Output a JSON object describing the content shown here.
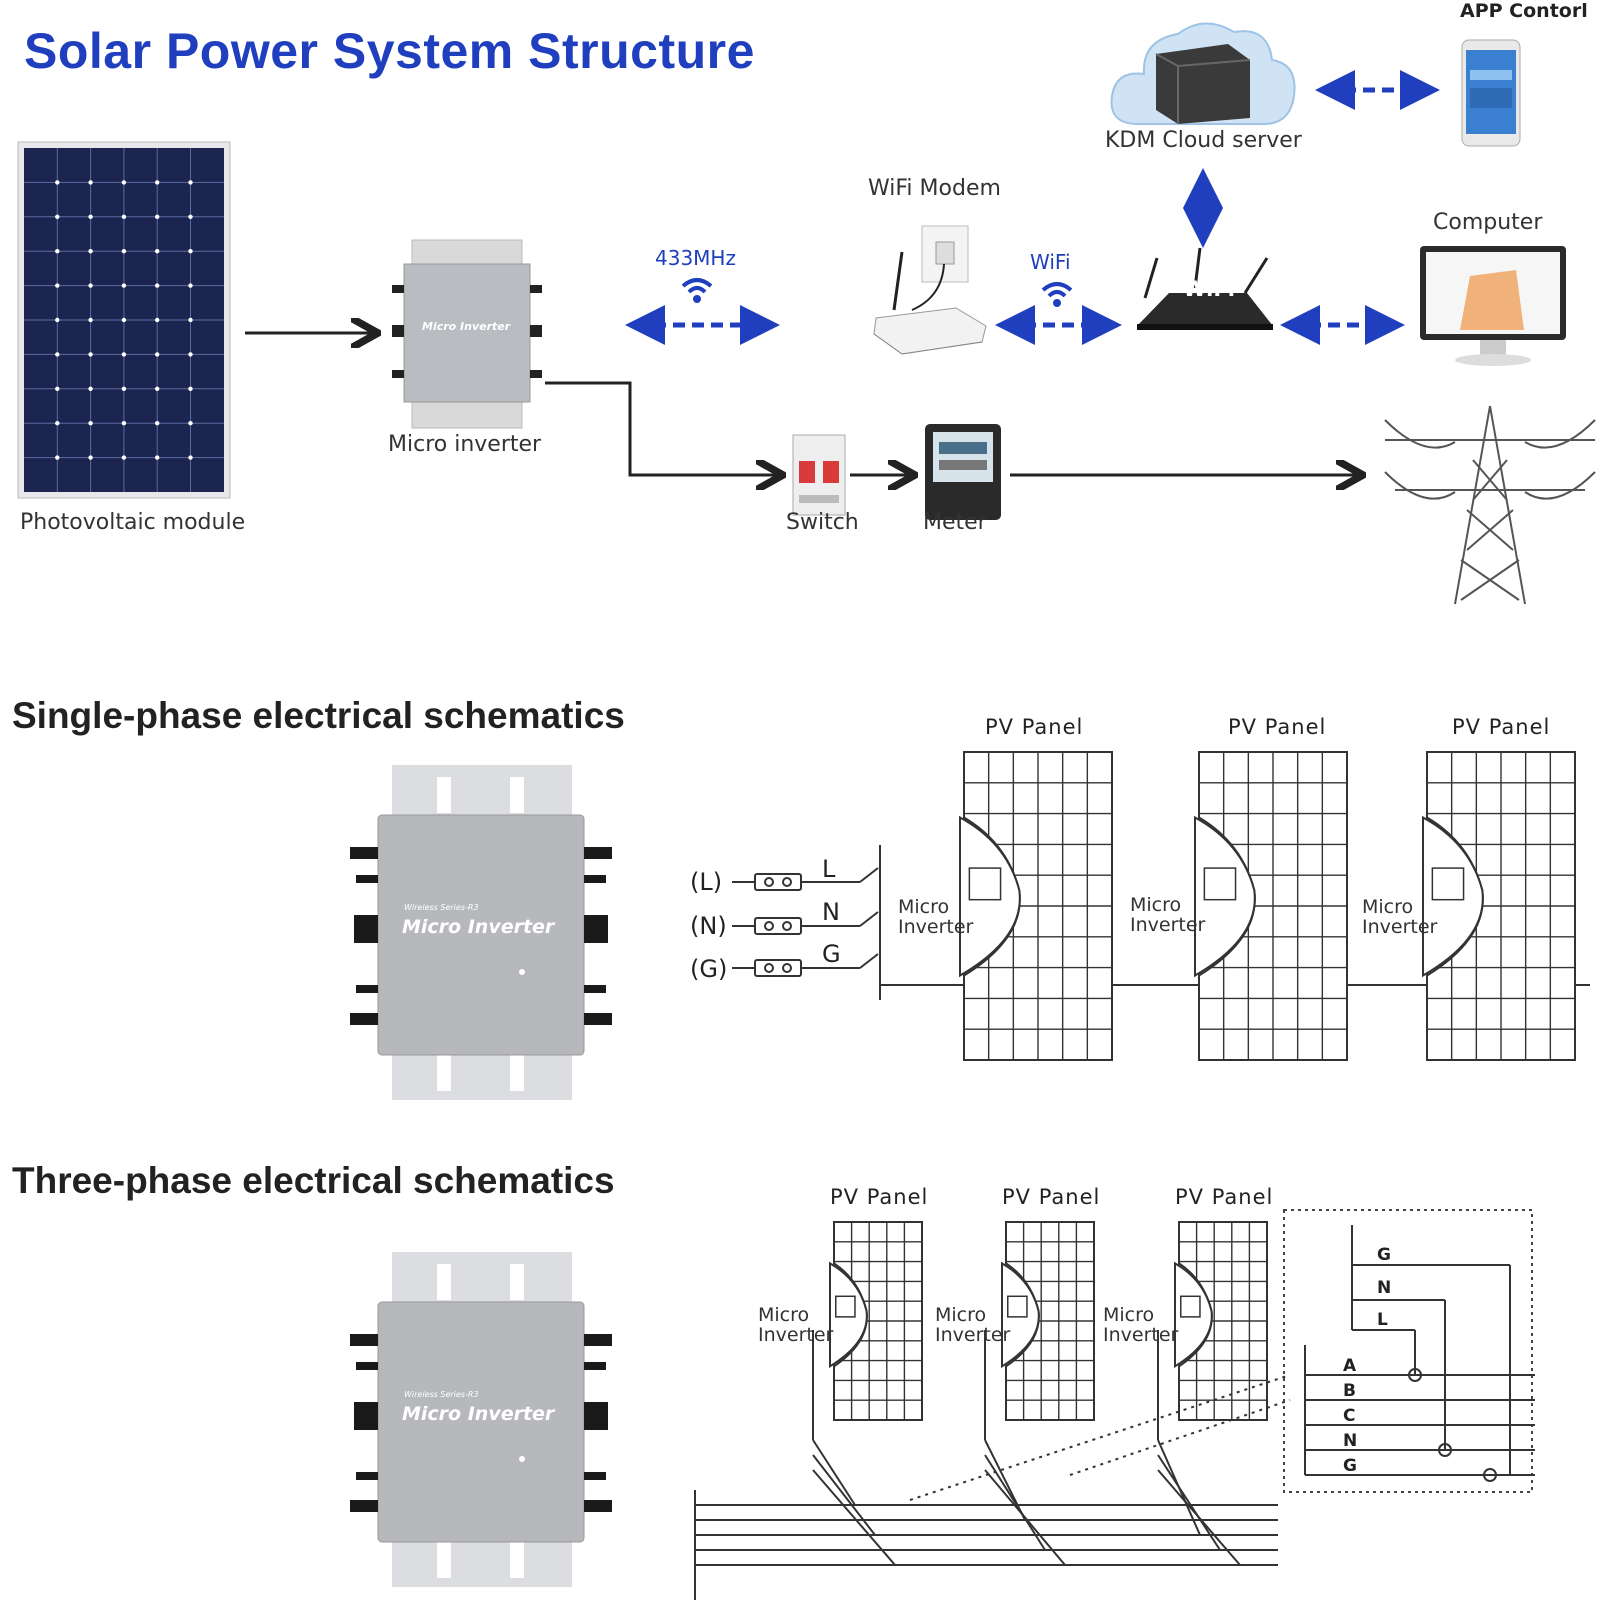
{
  "title": "Solar Power System Structure",
  "structure": {
    "pv_module_label": "Photovoltaic module",
    "micro_inverter_label": "Micro inverter",
    "radio_label": "433MHz",
    "wifi_modem_label": "WiFi Modem",
    "wifi_label": "WiFi",
    "router_badge": "WiFi",
    "cloud_label": "KDM Cloud server",
    "app_label": "APP Contorl",
    "computer_label": "Computer",
    "switch_label": "Switch",
    "meter_label": "Meter",
    "device_text": "Micro Inverter"
  },
  "single_phase": {
    "title": "Single-phase electrical schematics",
    "panel_label": "PV Panel",
    "micro_label": "Micro\nInverter",
    "lines": [
      "(L)",
      "(N)",
      "(G)"
    ],
    "line_letters": [
      "L",
      "N",
      "G"
    ],
    "device_series": "Wireless Series-R3",
    "device_name": "Micro Inverter"
  },
  "three_phase": {
    "title": "Three-phase electrical schematics",
    "panel_label": "PV Panel",
    "micro_label": "Micro\nInverter",
    "gnl": [
      "G",
      "N",
      "L"
    ],
    "bus": [
      "A",
      "B",
      "C",
      "N",
      "G"
    ],
    "device_series": "Wireless Series-R3",
    "device_name": "Micro Inverter"
  },
  "colors": {
    "title": "#1f3fbf",
    "arrow_blue": "#1f3fbf",
    "panel_cell": "#1c2550"
  }
}
